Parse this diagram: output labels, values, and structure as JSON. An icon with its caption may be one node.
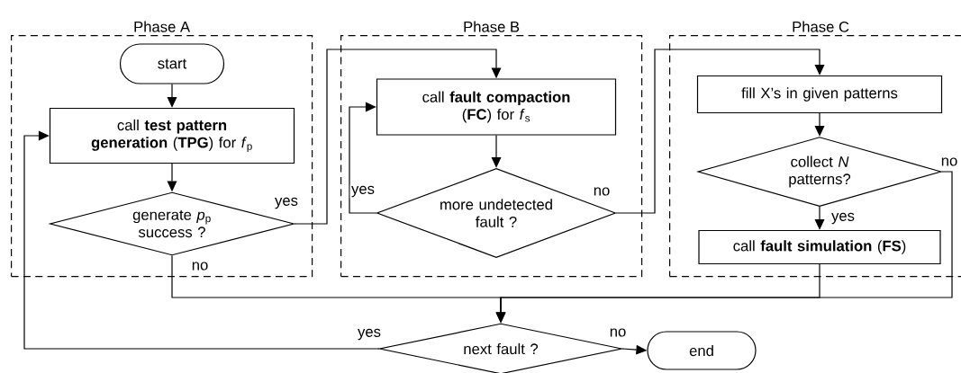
{
  "diagram": {
    "nodes": [
      {
        "text": [
          "Phase A"
        ]
      },
      {
        "text": [
          "Phase B"
        ]
      },
      {
        "text": [
          "Phase C"
        ]
      },
      {
        "text": [
          "start"
        ],
        "in": 0
      },
      {
        "text": [
          "call **test pattern generation** (**TPG**) for *f*$_{p}$"
        ],
        "in": 0
      },
      {
        "text": [
          "generate *p*$_{p}$ success ?"
        ],
        "in": 0
      },
      {
        "text": [
          "call **fault compaction** (**FC**) for *f*$_{s}$"
        ],
        "in": 1
      },
      {
        "text": [
          "more undetected fault ?"
        ],
        "in": 1
      },
      {
        "text": [
          "fill X’s in given patterns"
        ],
        "in": 2
      },
      {
        "text": [
          "collect *N* patterns?"
        ],
        "in": 2
      },
      {
        "text": [
          "call **fault simulation** (**FS**)"
        ],
        "in": 2
      },
      {
        "text": [
          "next fault ?"
        ]
      },
      {
        "text": [
          "end"
        ]
      }
    ],
    "edges": [
      {
        "from": 3,
        "to": 4,
        "arrow": "to"
      },
      {
        "from": 4,
        "to": 5,
        "arrow": "to"
      },
      {
        "from": 5,
        "to": 6,
        "arrow": "to",
        "label": "yes"
      },
      {
        "from": 6,
        "to": 7,
        "arrow": "to"
      },
      {
        "from": 7,
        "to": 6,
        "arrow": "to",
        "label": "yes"
      },
      {
        "from": 7,
        "to": 8,
        "arrow": "to",
        "label": "no"
      },
      {
        "from": 8,
        "to": 9,
        "arrow": "to"
      },
      {
        "from": 9,
        "to": 10,
        "arrow": "to",
        "label": "yes"
      },
      {
        "from": 5,
        "to": 11,
        "arrow": "to",
        "label": "no"
      },
      {
        "from": 9,
        "to": 11,
        "arrow": "to",
        "label": "no"
      },
      {
        "from": 10,
        "to": 11,
        "arrow": "to"
      },
      {
        "from": 11,
        "to": 4,
        "arrow": "to",
        "label": "yes"
      },
      {
        "from": 11,
        "to": 12,
        "arrow": "to",
        "label": "no"
      }
    ]
  }
}
